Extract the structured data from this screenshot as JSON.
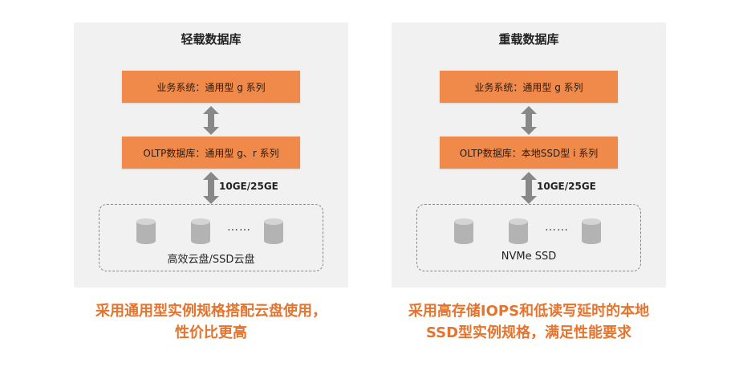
{
  "colors": {
    "box_fill": "#f08a4b",
    "arrow": "#888888",
    "disk": "#b3b3b3",
    "panel_bg": "#f1f1f1",
    "caption": "#e4742e"
  },
  "left": {
    "title": "轻载数据库",
    "box1": "业务系统：通用型 g 系列",
    "box2": "OLTP数据库：通用型 g、r 系列",
    "link": "10GE/25GE",
    "dots": "……",
    "storage": "高效云盘/SSD云盘",
    "caption_line1": "采用通用型实例规格搭配云盘使用，",
    "caption_line2": "性价比更高"
  },
  "right": {
    "title": "重载数据库",
    "box1": "业务系统：通用型 g 系列",
    "box2": "OLTP数据库：本地SSD型 i 系列",
    "link": "10GE/25GE",
    "dots": "……",
    "storage": "NVMe SSD",
    "caption_line1": "采用高存储IOPS和低读写延时的本地",
    "caption_line2": "SSD型实例规格，满足性能要求"
  }
}
